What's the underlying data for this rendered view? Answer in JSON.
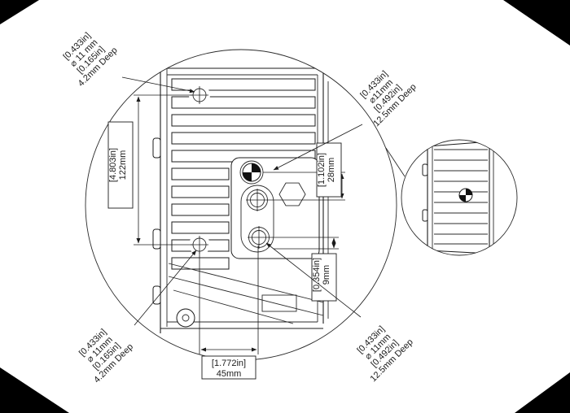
{
  "annotations": {
    "top_left": {
      "lines": [
        "[0.433in]",
        "⌀ 11 mm",
        "[0.165in]",
        "4.2mm Deep"
      ]
    },
    "top_right": {
      "lines": [
        "[0.433in]",
        "⌀11mm",
        "[0.492in]",
        "12.5mm Deep"
      ]
    },
    "bottom_left": {
      "lines": [
        "[0.433in]",
        "⌀ 11mm",
        "[0.165in]",
        "4.2mm Deep"
      ]
    },
    "bottom_right": {
      "lines": [
        "[0.433in]",
        "⌀ 11mm",
        "[0.492in]",
        "12.5mm Deep"
      ]
    }
  },
  "dimensions": {
    "height": {
      "lines": [
        "[4.803in]",
        "122mm"
      ]
    },
    "spacing_28": {
      "lines": [
        "[1.102in]",
        "28mm"
      ]
    },
    "spacing_9": {
      "lines": [
        "[0.354in]",
        "9mm"
      ]
    },
    "width_45": {
      "lines": [
        "[1.772in]",
        "45mm"
      ]
    }
  },
  "colors": {
    "line": "#1b1b1b",
    "background": "#ffffff",
    "corner": "#000000"
  }
}
